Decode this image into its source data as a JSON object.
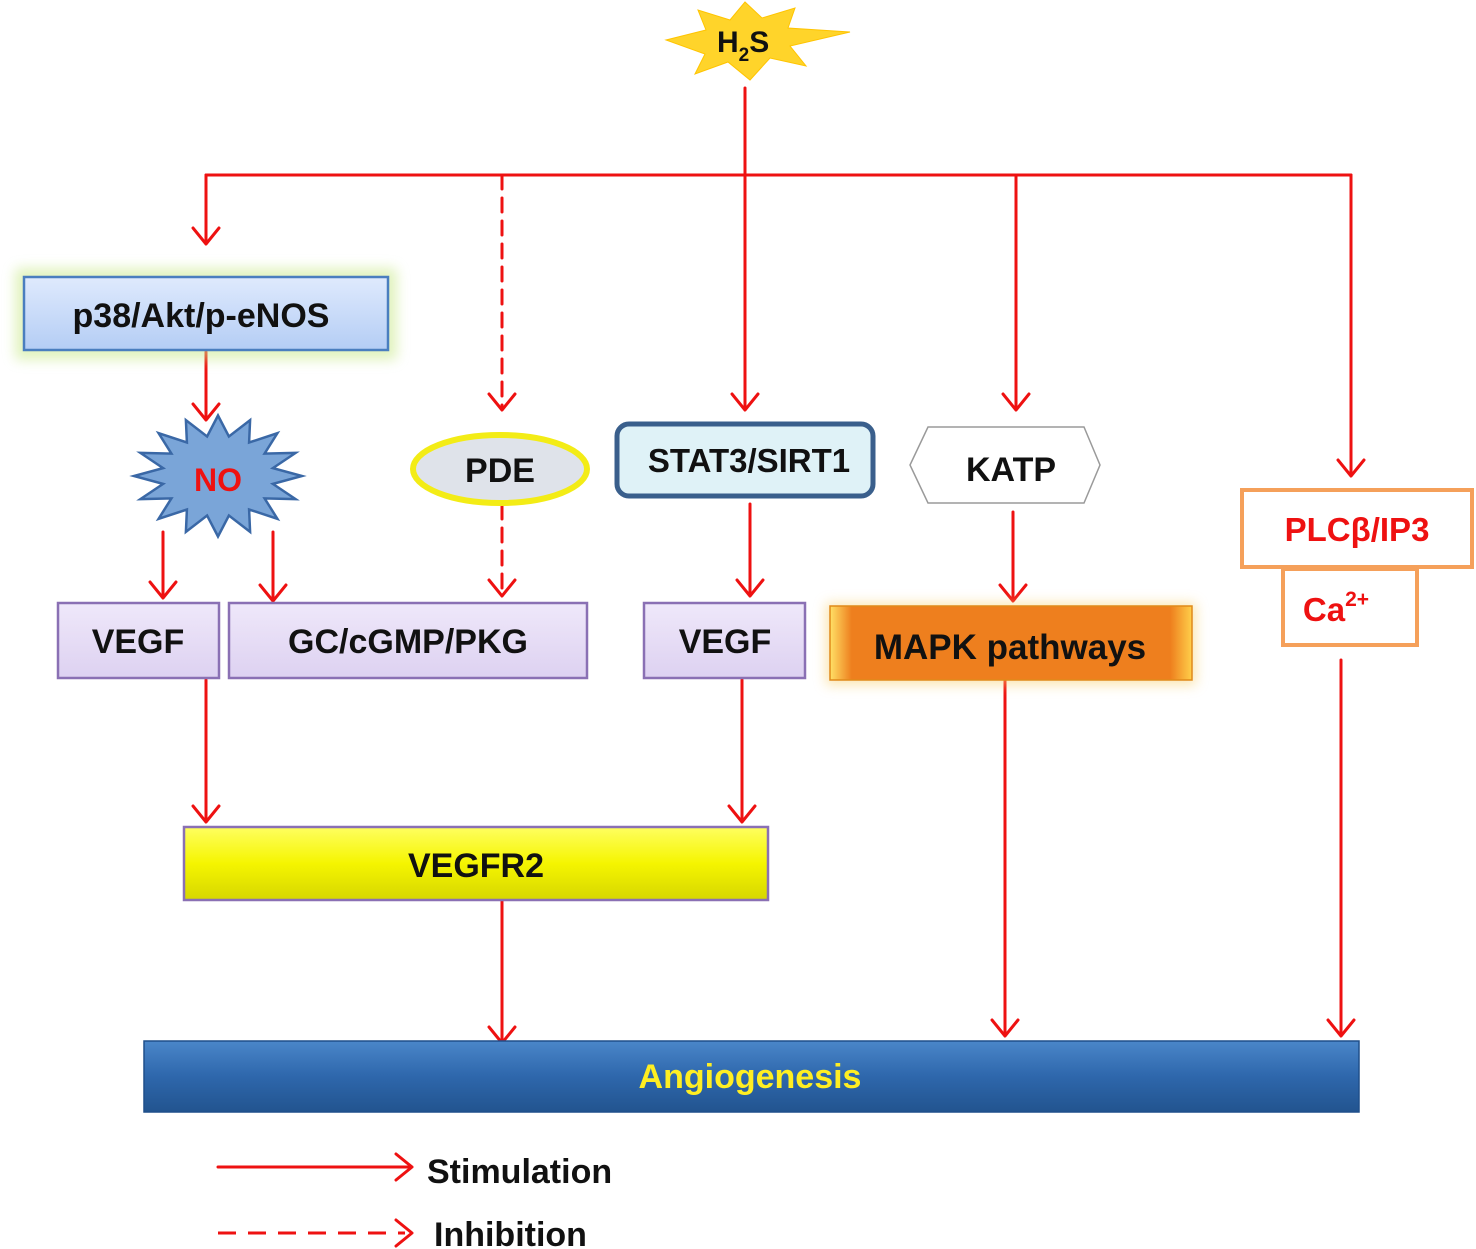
{
  "colors": {
    "arrow": "#ee1111",
    "node_text": "#111111",
    "red_text": "#ee1111",
    "yellow_text": "#ffee22",
    "purple_fill": "#e6dcf6",
    "purple_border": "#8a70b4",
    "blue_fill": "#c5daf8",
    "blue_border": "#4a7ebf",
    "star_fill": "#7aa5d8",
    "star_border": "#3a68a6",
    "pde_border": "#f3ec16",
    "stat_fill": "#dff2f7",
    "stat_border": "#3a5f8c",
    "orange": "#f5a05a",
    "yellow_bar": "#f8f80a",
    "blue_bar": "#2e67ac",
    "burst_fill": "#ffd42a"
  },
  "nodes": {
    "h2s": {
      "main": "H",
      "sub": "2",
      "rest": "S"
    },
    "p38": "p38/Akt/p-eNOS",
    "no": "NO",
    "pde": "PDE",
    "stat3": "STAT3/SIRT1",
    "katp": "KATP",
    "plc": "PLCβ/IP3",
    "ca": {
      "main": "Ca",
      "sup": "2+"
    },
    "vegf_left": "VEGF",
    "gc": "GC/cGMP/PKG",
    "vegf_mid": "VEGF",
    "mapk": "MAPK pathways",
    "vegfr2": "VEGFR2",
    "angio": "Angiogenesis"
  },
  "legend": {
    "stimulation": "Stimulation",
    "inhibition": "Inhibition"
  }
}
